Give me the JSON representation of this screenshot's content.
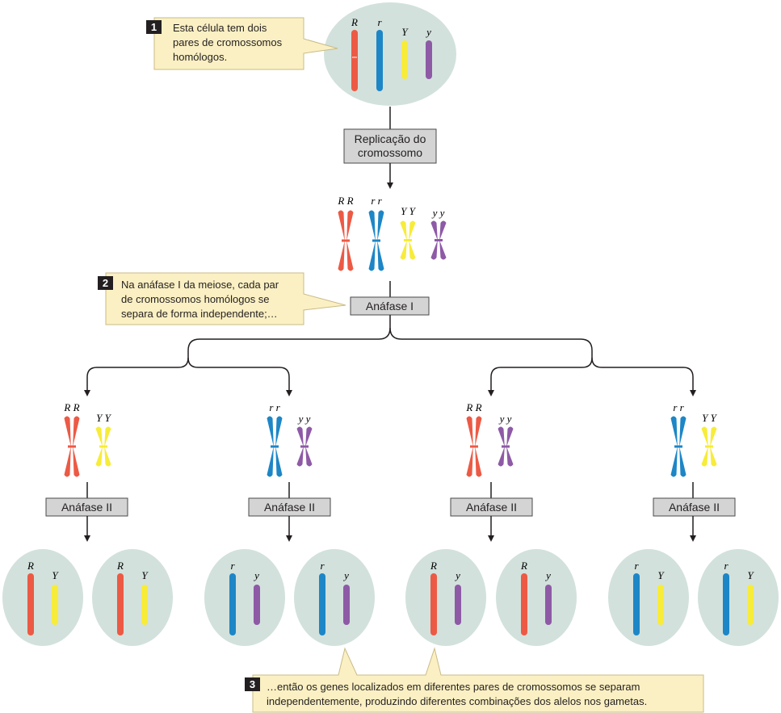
{
  "callouts": [
    {
      "number": "1",
      "lines": [
        "Esta célula tem dois",
        "pares de cromossomos",
        "homólogos."
      ]
    },
    {
      "number": "2",
      "lines": [
        "Na anáfase I da meiose, cada par",
        "de cromossomos homólogos se",
        "separa de forma independente;…"
      ]
    },
    {
      "number": "3",
      "lines": [
        "…então os genes localizados em diferentes pares de cromossomos se separam",
        "independentemente, produzindo diferentes combinações dos alelos nos gametas."
      ]
    }
  ],
  "steps": {
    "replication": [
      "Replicação do",
      "cromossomo"
    ],
    "anaphase1": "Anáfase I",
    "anaphase2": "Anáfase II"
  },
  "alleles": {
    "R": "R",
    "r": "r",
    "Y": "Y",
    "y": "y",
    "RR": "R R",
    "rr": "r r",
    "YY": "Y Y",
    "yy": "y y"
  },
  "colors": {
    "R": "#ec5a45",
    "r": "#1d86c6",
    "Y": "#f7ec3a",
    "y": "#8e5aa6",
    "cell": "#d2e1dc",
    "callout_bg": "#fbf0c3",
    "callout_border": "#c9bb86",
    "box_bg": "#d4d4d4",
    "box_border": "#4a4a4a",
    "line": "#231f20"
  }
}
